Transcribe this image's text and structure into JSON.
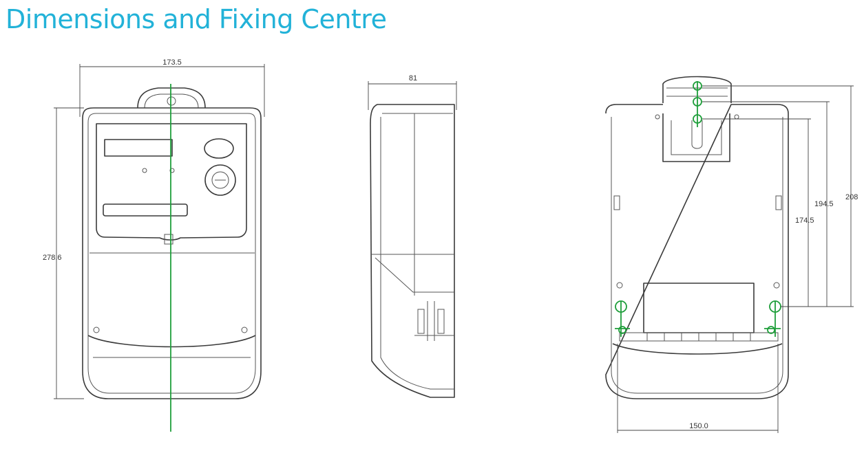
{
  "title": "Dimensions and Fixing Centre",
  "colors": {
    "title": "#22b2d8",
    "line": "#3a3a3a",
    "fixing_axis": "#1e9e3a"
  },
  "front": {
    "width": "173.5",
    "height": "278.6"
  },
  "side": {
    "depth": "81"
  },
  "rear": {
    "fix_upper": "208",
    "fix_middle": "194.5",
    "fix_lower": "174.5",
    "fix_width": "150.0"
  }
}
